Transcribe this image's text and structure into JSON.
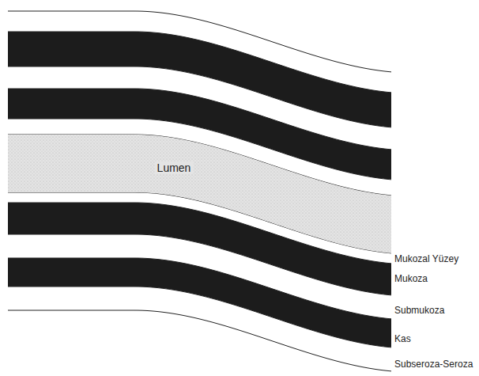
{
  "diagram": {
    "nodes": [
      {
        "text": [
          "Lumen"
        ]
      }
    ],
    "labels": [
      "Mukozal Yüzey",
      "Mukoza",
      "Submukoza",
      "Kas",
      "Subseroza-Seroza"
    ]
  }
}
